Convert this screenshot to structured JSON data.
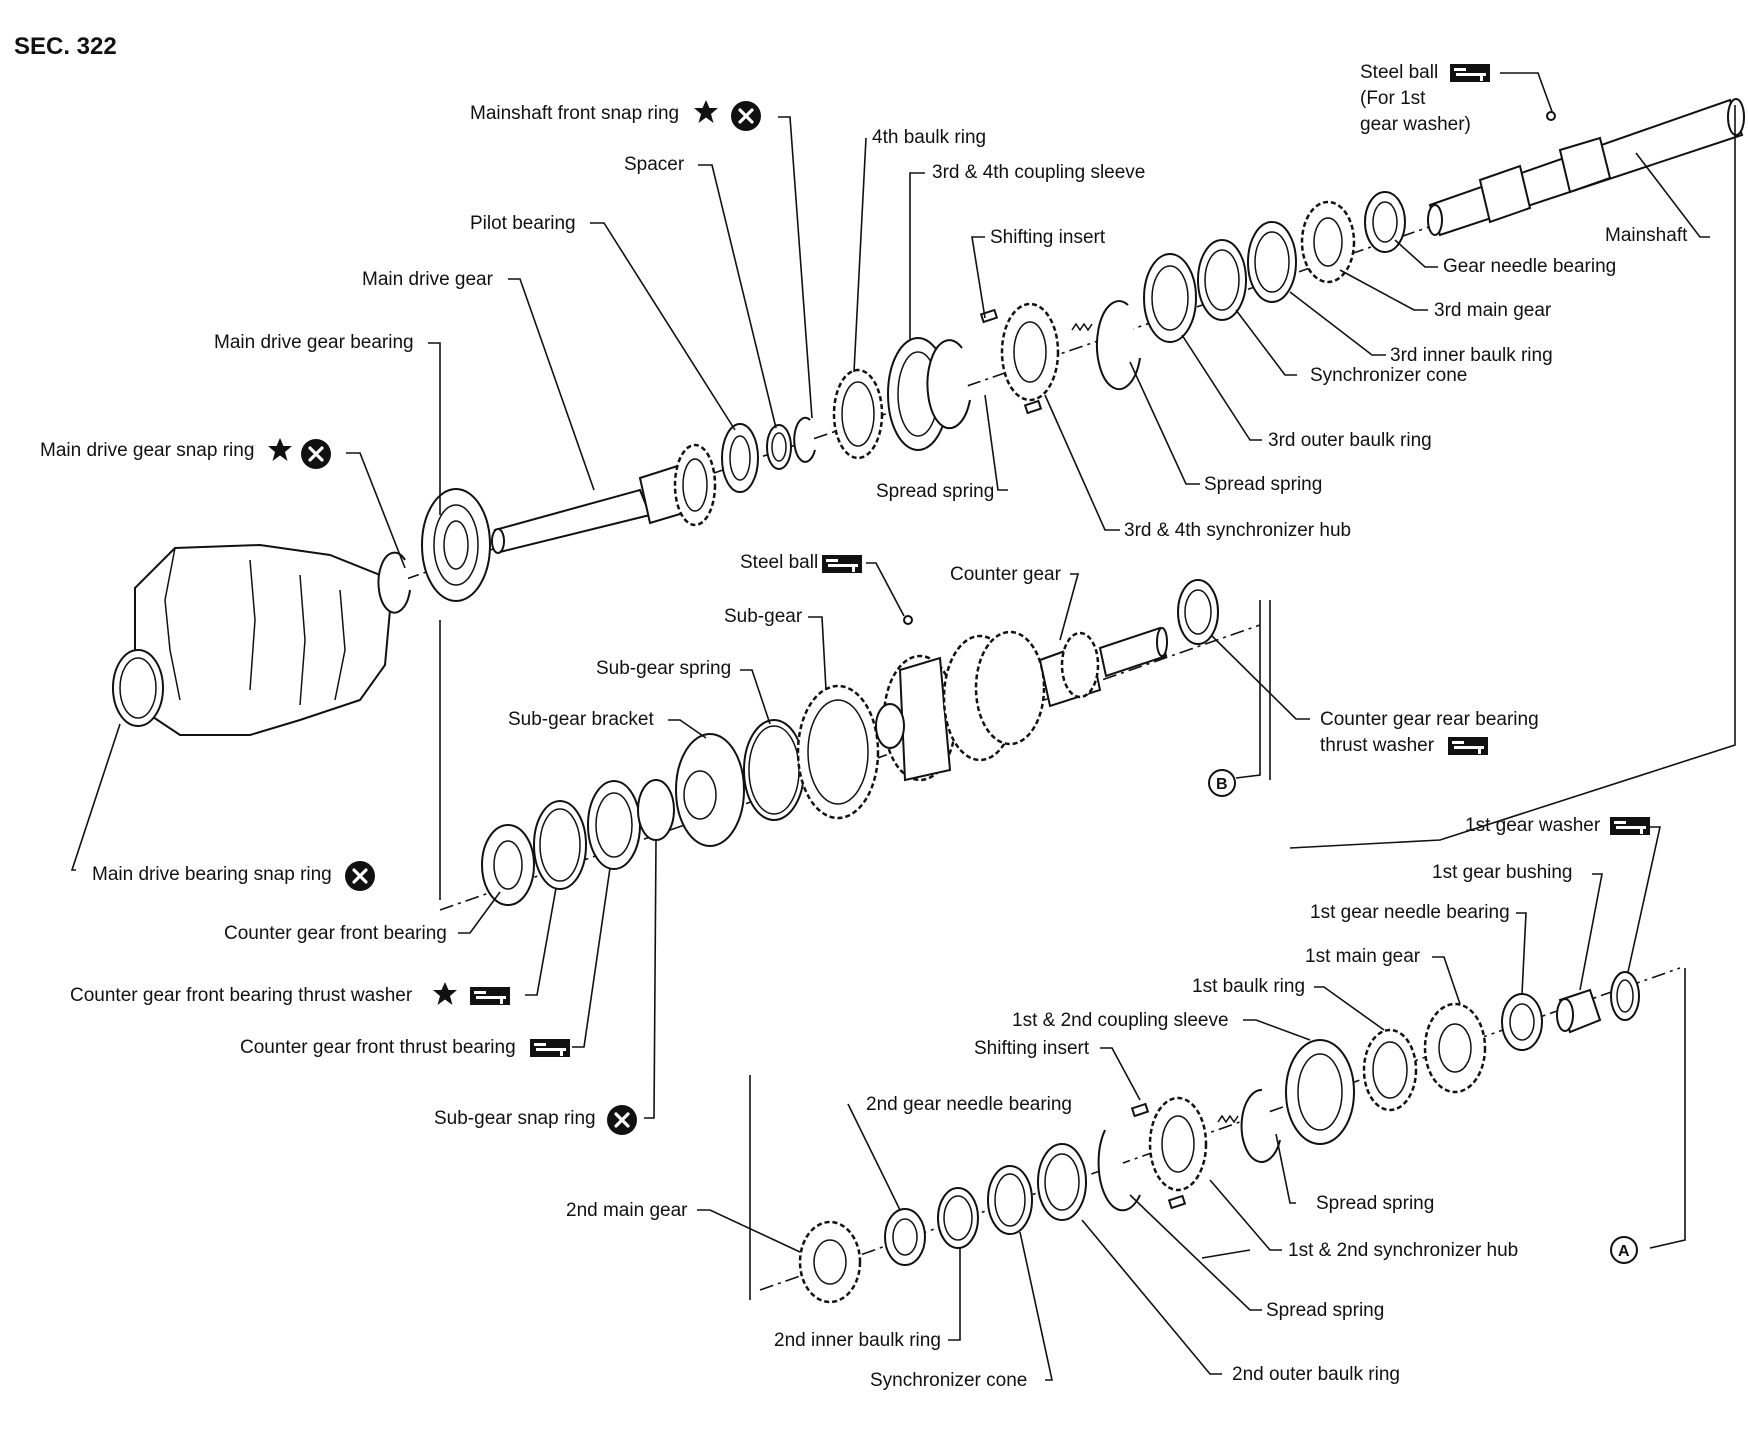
{
  "section_title": "SEC. 322",
  "icons": {
    "star": "star-icon",
    "do_not_reuse": "circled-x-icon",
    "lubricate": "lubricate-symbol-icon",
    "reference_a": "reference-a-icon",
    "reference_b": "reference-b-icon"
  },
  "references": {
    "a": "A",
    "b": "B"
  },
  "labels": {
    "mainshaft_front_snap_ring": "Mainshaft front snap ring",
    "spacer": "Spacer",
    "pilot_bearing": "Pilot bearing",
    "main_drive_gear": "Main drive gear",
    "main_drive_gear_bearing": "Main drive gear bearing",
    "main_drive_gear_snap_ring": "Main drive gear snap ring",
    "fourth_baulk_ring": "4th baulk ring",
    "third_fourth_coupling_sleeve": "3rd & 4th coupling sleeve",
    "shifting_insert_upper": "Shifting insert",
    "steel_ball_upper_line1": "Steel ball",
    "steel_ball_upper_line2": "(For 1st",
    "steel_ball_upper_line3": "gear washer)",
    "mainshaft": "Mainshaft",
    "gear_needle_bearing": "Gear needle bearing",
    "third_main_gear": "3rd main gear",
    "third_inner_baulk_ring": "3rd inner baulk ring",
    "synchronizer_cone_upper": "Synchronizer cone",
    "third_outer_baulk_ring": "3rd outer baulk ring",
    "spread_spring_upper_right": "Spread spring",
    "third_fourth_synchronizer_hub": "3rd & 4th synchronizer hub",
    "spread_spring_upper_left": "Spread spring",
    "steel_ball_middle": "Steel ball",
    "counter_gear": "Counter gear",
    "sub_gear": "Sub-gear",
    "sub_gear_spring": "Sub-gear spring",
    "sub_gear_bracket": "Sub-gear bracket",
    "counter_gear_rear_bearing_thrust_washer_line1": "Counter gear rear bearing",
    "counter_gear_rear_bearing_thrust_washer_line2": "thrust washer",
    "main_drive_bearing_snap_ring": "Main drive bearing snap ring",
    "counter_gear_front_bearing": "Counter gear front bearing",
    "counter_gear_front_bearing_thrust_washer": "Counter gear front bearing thrust washer",
    "counter_gear_front_thrust_bearing": "Counter gear front thrust bearing",
    "sub_gear_snap_ring": "Sub-gear snap ring",
    "first_gear_washer": "1st gear washer",
    "first_gear_bushing": "1st gear bushing",
    "first_gear_needle_bearing": "1st gear needle bearing",
    "first_main_gear": "1st main gear",
    "first_baulk_ring": "1st baulk ring",
    "first_second_coupling_sleeve": "1st & 2nd coupling sleeve",
    "shifting_insert_lower": "Shifting insert",
    "second_gear_needle_bearing": "2nd gear needle bearing",
    "second_main_gear": "2nd main gear",
    "spread_spring_lower_right": "Spread spring",
    "first_second_synchronizer_hub": "1st & 2nd synchronizer hub",
    "spread_spring_lower": "Spread spring",
    "second_inner_baulk_ring": "2nd inner baulk ring",
    "synchronizer_cone_lower": "Synchronizer cone",
    "second_outer_baulk_ring": "2nd outer baulk ring"
  }
}
